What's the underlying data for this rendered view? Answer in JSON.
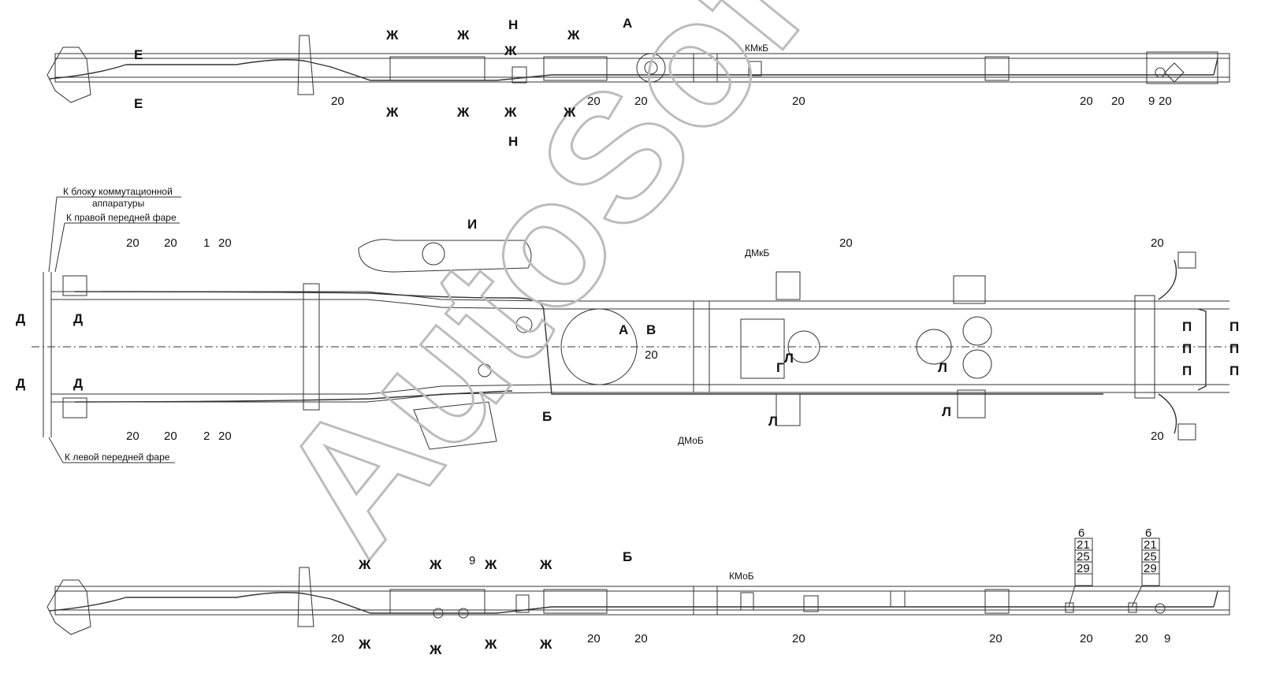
{
  "views": {
    "a_title": "А",
    "b_title": "Б"
  },
  "watermark": "AutoSoft",
  "notes": {
    "to_switch_block_1": "К блоку коммутационной",
    "to_switch_block_2": "аппаратуры",
    "to_right_headlight": "К правой передней фаре",
    "to_left_headlight": "К левой передней фаре"
  },
  "components": {
    "kmkb": "КМкБ",
    "kmob": "КМоБ",
    "dmkb": "ДМкБ",
    "dmob": "ДМоБ"
  },
  "section_letters": {
    "e": "Е",
    "zh": "Ж",
    "n": "Н",
    "d": "Д",
    "i": "И",
    "a": "А",
    "v": "В",
    "b": "Б",
    "g": "Г",
    "l": "Л",
    "p": "П"
  },
  "callouts": {
    "n20": "20",
    "n1": "1",
    "n2": "2",
    "n9": "9",
    "stack": [
      "6",
      "21",
      "25",
      "29"
    ]
  },
  "colors": {
    "line": "#222222",
    "frame": "#333333",
    "watermark": "#bcbcbc"
  }
}
